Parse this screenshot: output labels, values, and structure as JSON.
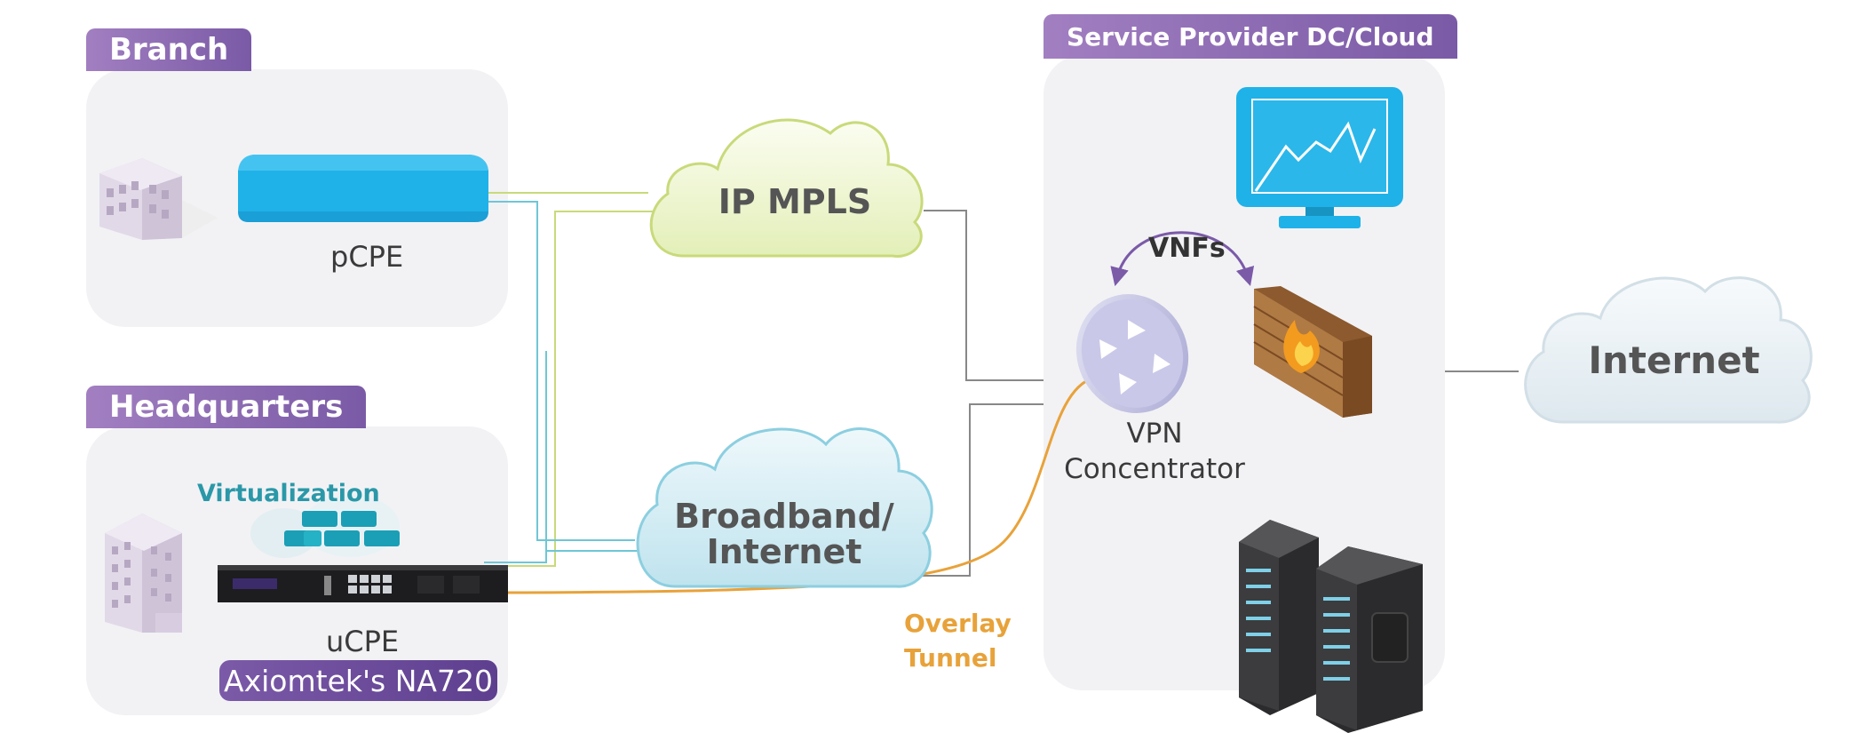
{
  "zones": {
    "branch": {
      "title": "Branch"
    },
    "headquarters": {
      "title": "Headquarters"
    },
    "provider": {
      "title": "Service Provider DC/Cloud"
    }
  },
  "devices": {
    "pcpe": {
      "label": "pCPE"
    },
    "ucpe": {
      "label": "uCPE",
      "badge": "Axiomtek's NA720",
      "feature": "Virtualization"
    },
    "vpn": {
      "label_line1": "VPN",
      "label_line2": "Concentrator"
    },
    "vnfs": {
      "label": "VNFs"
    }
  },
  "clouds": {
    "mpls": {
      "label": "IP MPLS"
    },
    "broadband": {
      "label_line1": "Broadband/",
      "label_line2": "Internet"
    },
    "internet": {
      "label": "Internet"
    }
  },
  "links": {
    "overlay": {
      "label_line1": "Overlay",
      "label_line2": "Tunnel"
    }
  },
  "colors": {
    "accent_purple": "#7b5aa8",
    "device_blue": "#1fb2e8",
    "line_green": "#c8da7a",
    "line_cyan": "#6fc6d6",
    "line_gray": "#888888",
    "overlay_orange": "#e8a23a",
    "virtualization_teal": "#2a98a8"
  }
}
